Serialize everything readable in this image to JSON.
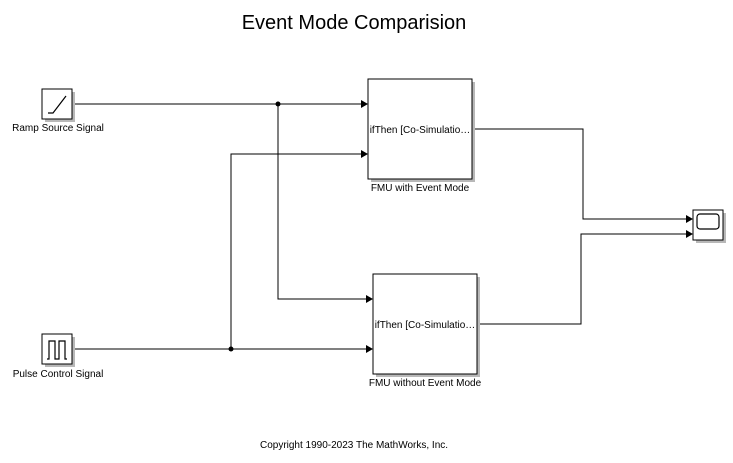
{
  "title": "Event Mode Comparision",
  "blocks": {
    "ramp": {
      "label": "Ramp Source Signal",
      "icon": "ramp-icon"
    },
    "pulse": {
      "label": "Pulse Control Signal",
      "icon": "pulse-icon"
    },
    "fmu_event": {
      "text": "ifThen [Co-Simulatio…",
      "label": "FMU with Event Mode"
    },
    "fmu_no_event": {
      "text": "ifThen [Co-Simulatio…",
      "label": "FMU without Event Mode"
    },
    "scope": {
      "icon": "scope-icon"
    }
  },
  "footer": {
    "copyright": "Copyright 1990-2023 The MathWorks, Inc."
  },
  "colors": {
    "line": "#000000",
    "shadow": "#b8b8b8",
    "background": "#ffffff"
  }
}
